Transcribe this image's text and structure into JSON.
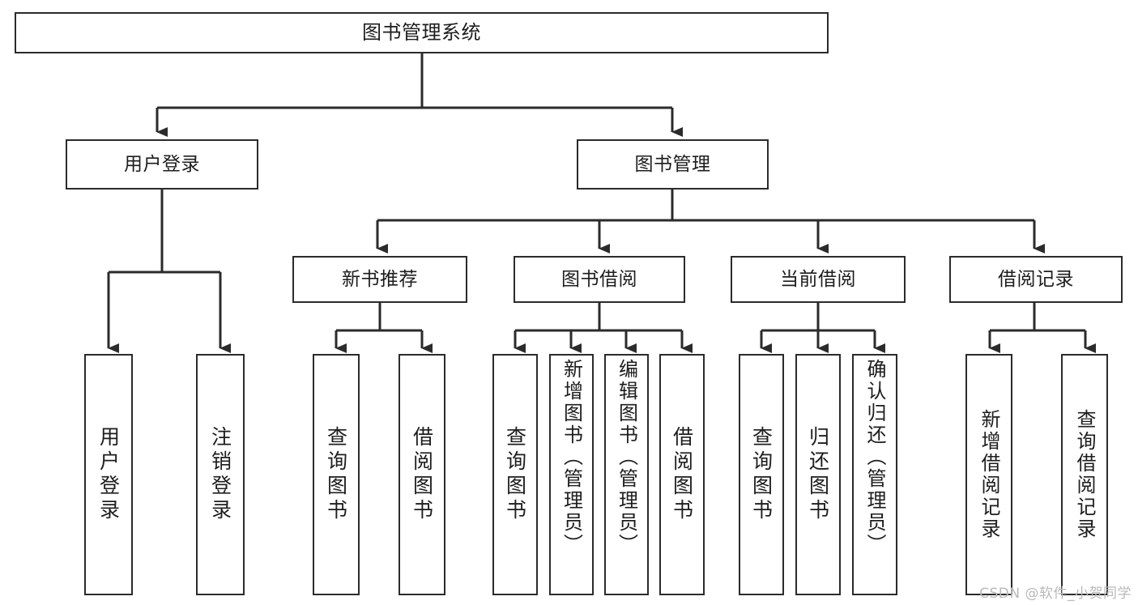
{
  "diagram": {
    "title": "图书管理系统",
    "type": "tree-hierarchy",
    "watermark": "CSDN @软件_小贺同学",
    "colors": {
      "background": "#ffffff",
      "box_border": "#2b2b2b",
      "box_fill": "#ffffff",
      "text": "#1d1d1d",
      "connector": "#2b2b2b",
      "watermark": "#b9b9b9"
    },
    "root": {
      "label": "图书管理系统"
    },
    "level2": [
      {
        "id": "user-login",
        "label": "用户登录"
      },
      {
        "id": "book-manage",
        "label": "图书管理"
      }
    ],
    "level3": [
      {
        "id": "new-book-recommend",
        "label": "新书推荐"
      },
      {
        "id": "book-borrow",
        "label": "图书借阅"
      },
      {
        "id": "current-borrow",
        "label": "当前借阅"
      },
      {
        "id": "borrow-record",
        "label": "借阅记录"
      }
    ],
    "leaves": {
      "user-login": [
        {
          "id": "leaf-user-login",
          "label": "用户登录"
        },
        {
          "id": "leaf-logout-login",
          "label": "注销登录"
        }
      ],
      "new-book-recommend": [
        {
          "id": "leaf-query-book-1",
          "label": "查询图书"
        },
        {
          "id": "leaf-borrow-book-1",
          "label": "借阅图书"
        }
      ],
      "book-borrow": [
        {
          "id": "leaf-query-book-2",
          "label": "查询图书"
        },
        {
          "id": "leaf-add-book-admin",
          "label": "新增图书（管理员）"
        },
        {
          "id": "leaf-edit-book-admin",
          "label": "编辑图书（管理员）"
        },
        {
          "id": "leaf-borrow-book-2",
          "label": "借阅图书"
        }
      ],
      "current-borrow": [
        {
          "id": "leaf-query-book-3",
          "label": "查询图书"
        },
        {
          "id": "leaf-return-book",
          "label": "归还图书"
        },
        {
          "id": "leaf-confirm-return-admin",
          "label": "确认归还（管理员）"
        }
      ],
      "borrow-record": [
        {
          "id": "leaf-add-borrow-record",
          "label": "新增借阅记录"
        },
        {
          "id": "leaf-query-borrow-record",
          "label": "查询借阅记录"
        }
      ]
    }
  }
}
